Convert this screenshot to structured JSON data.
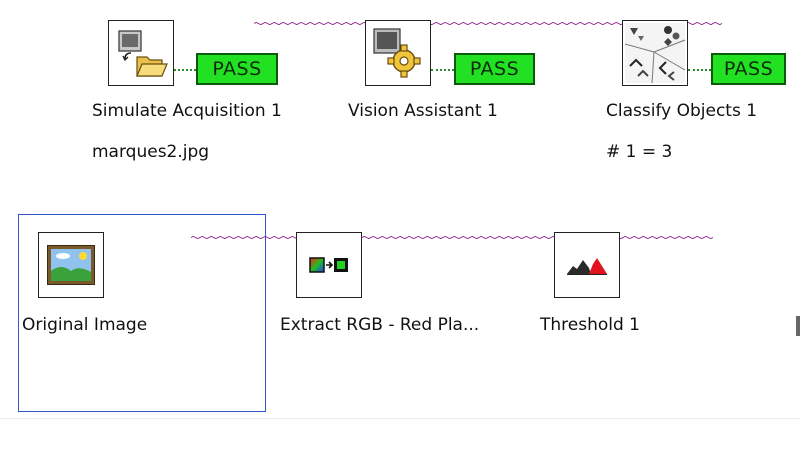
{
  "colors": {
    "wire": "#8a1a8a",
    "pass_bg": "#22e022",
    "pass_border": "#0b5a0b",
    "selection": "#2f57c9"
  },
  "row1": [
    {
      "name": "Simulate Acquisition 1",
      "icon": "folder-acquisition-icon",
      "status": "PASS",
      "detail": "marques2.jpg"
    },
    {
      "name": "Vision Assistant 1",
      "icon": "vision-gear-icon",
      "status": "PASS",
      "detail": ""
    },
    {
      "name": "Classify Objects 1",
      "icon": "classify-shapes-icon",
      "status": "PASS",
      "detail": "# 1 = 3"
    }
  ],
  "row2": [
    {
      "name": "Original Image",
      "icon": "landscape-image-icon"
    },
    {
      "name": "Extract RGB - Red Pla...",
      "icon": "extract-rgb-icon"
    },
    {
      "name": "Threshold 1",
      "icon": "threshold-histogram-icon"
    }
  ]
}
